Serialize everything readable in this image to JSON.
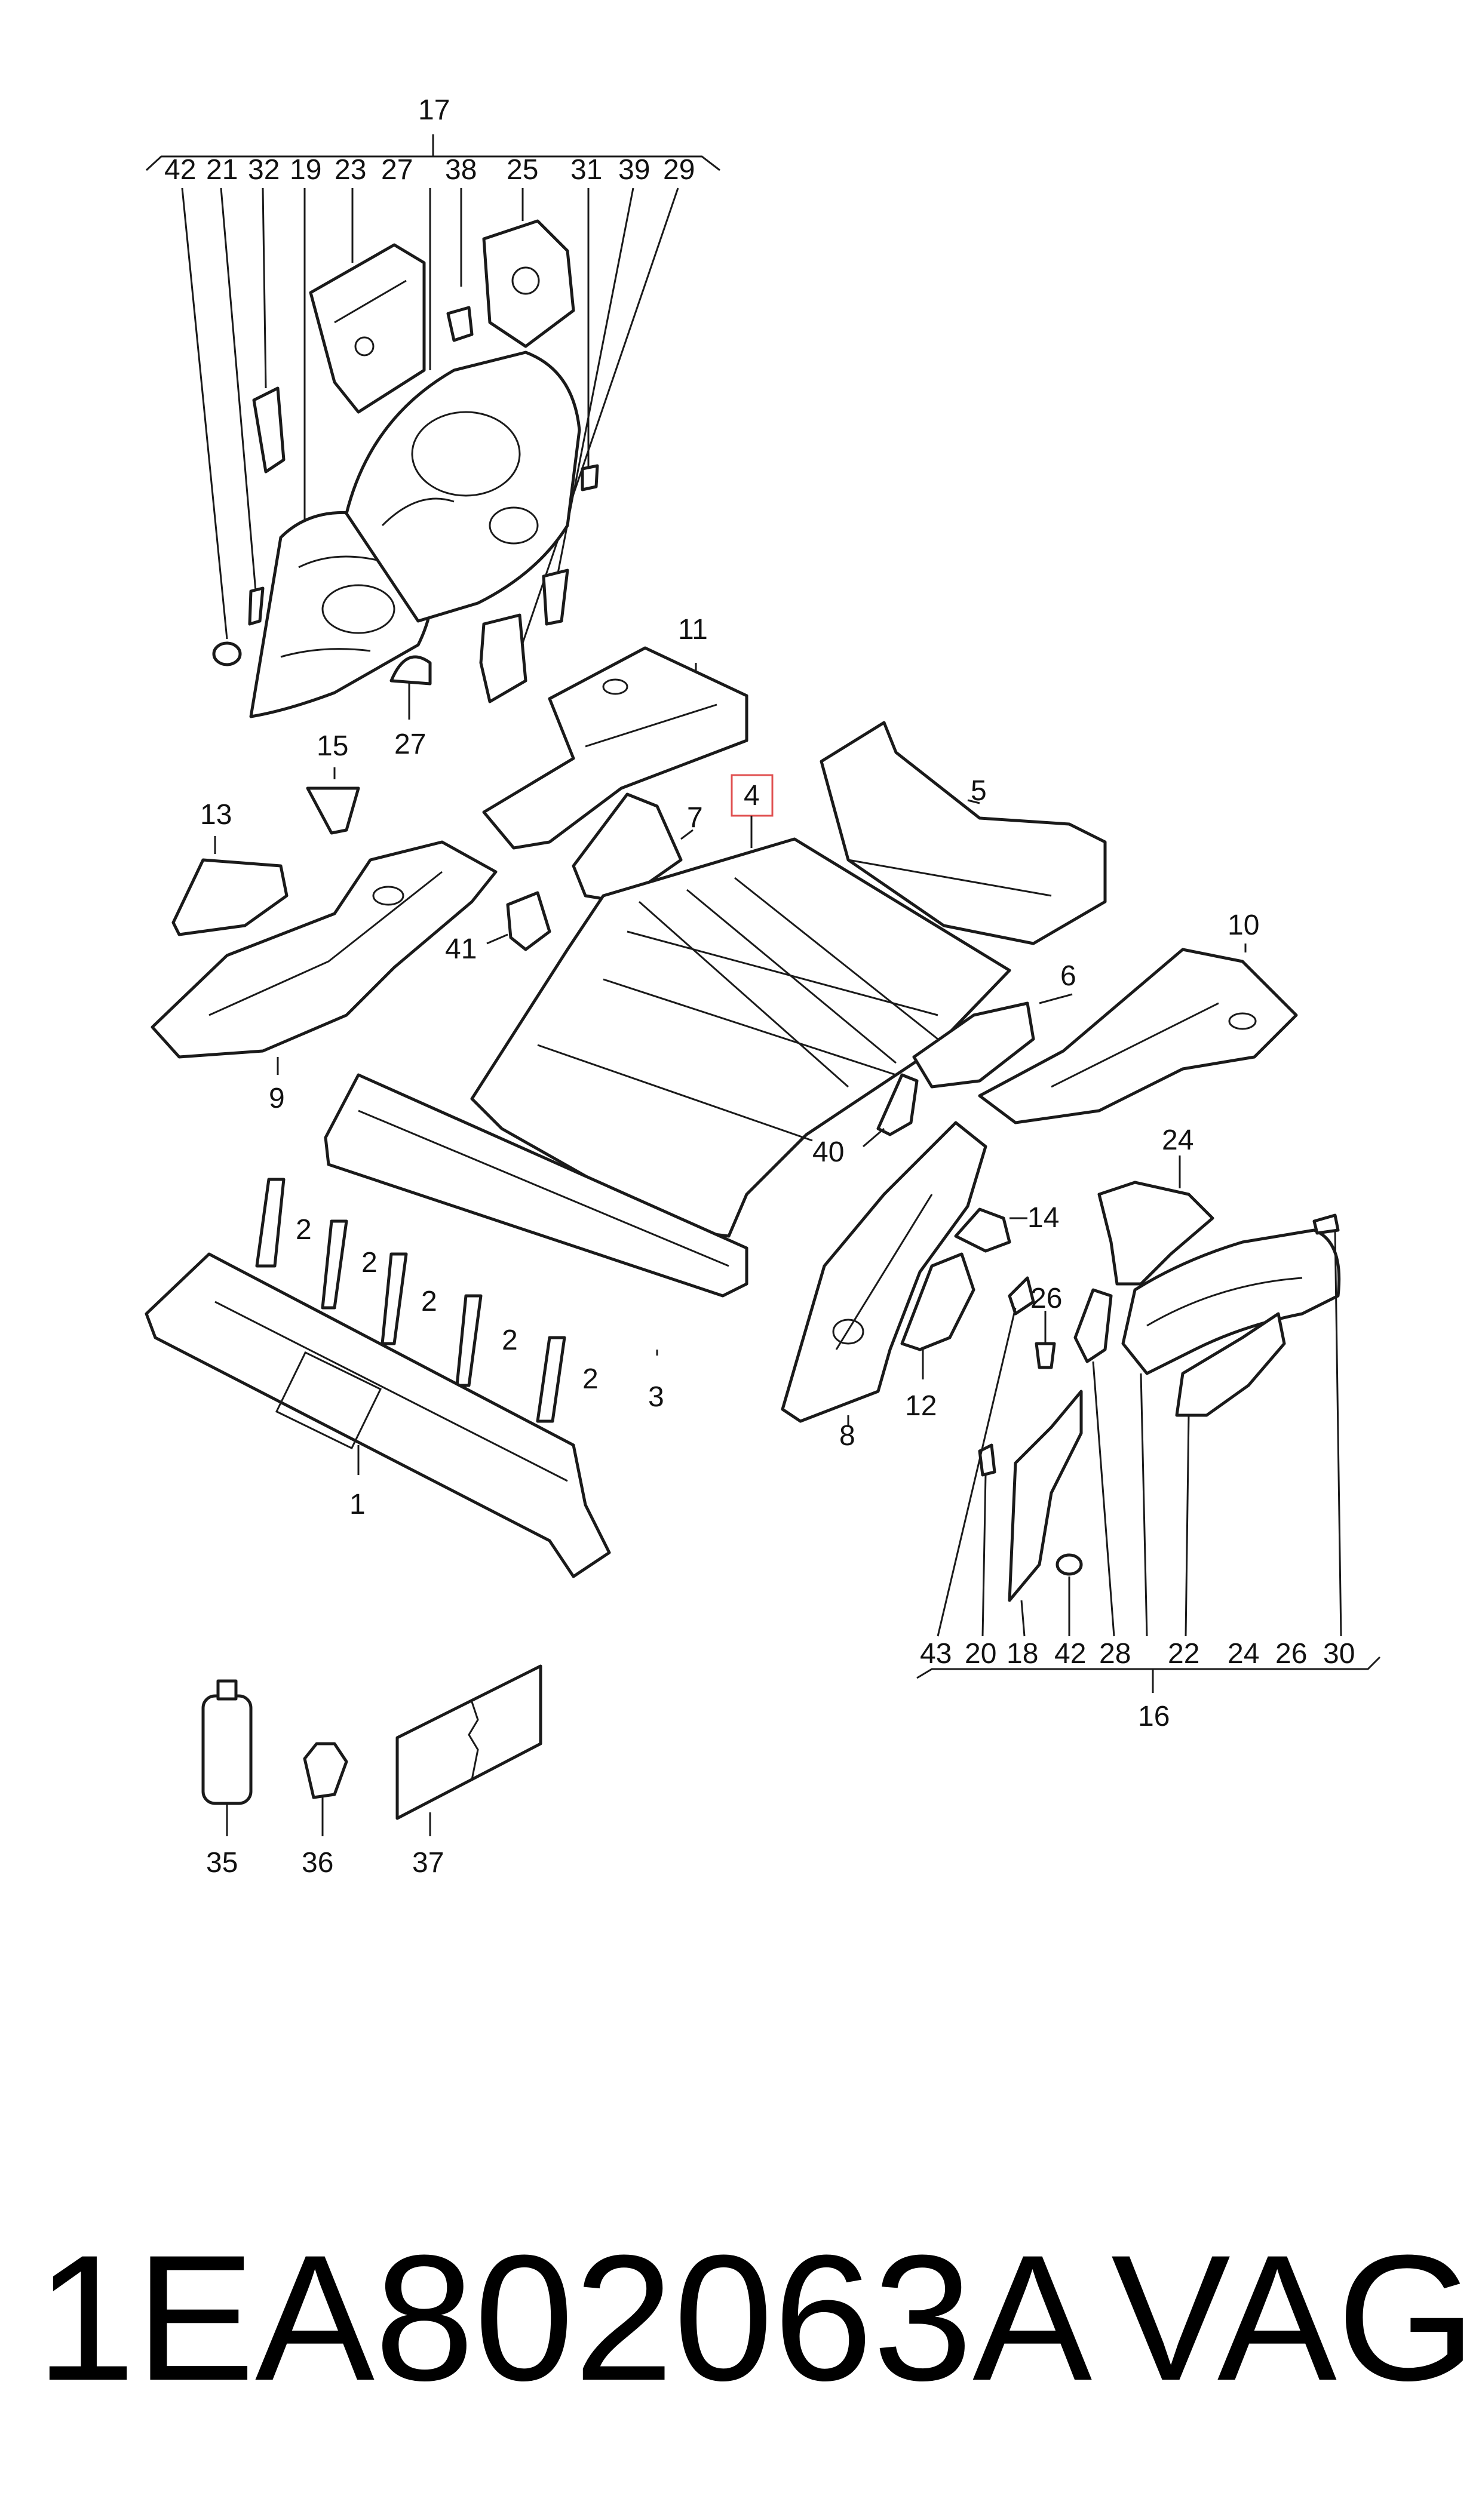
{
  "diagram": {
    "callouts": {
      "c17": "17",
      "top_row": [
        "42",
        "21",
        "32",
        "19",
        "23",
        "27",
        "38",
        "25",
        "31",
        "39",
        "29"
      ],
      "c27b": "27",
      "c11": "11",
      "c15": "15",
      "c13": "13",
      "c9": "9",
      "c7": "7",
      "c41": "41",
      "c4": "4",
      "c5": "5",
      "c10": "10",
      "c6": "6",
      "c40": "40",
      "c24": "24",
      "c14": "14",
      "c26": "26",
      "c2a": "2",
      "c2b": "2",
      "c2c": "2",
      "c2d": "2",
      "c2e": "2",
      "c3": "3",
      "c8": "8",
      "c12": "12",
      "c1": "1",
      "bottom_row": [
        "43",
        "20",
        "18",
        "42",
        "28",
        "22",
        "24",
        "26",
        "30"
      ],
      "c16": "16",
      "c35": "35",
      "c36": "36",
      "c37": "37"
    },
    "highlighted_callout": "4",
    "highlight_color": "#e05050",
    "part_number": "1EA802063A",
    "brand": "VAG"
  }
}
